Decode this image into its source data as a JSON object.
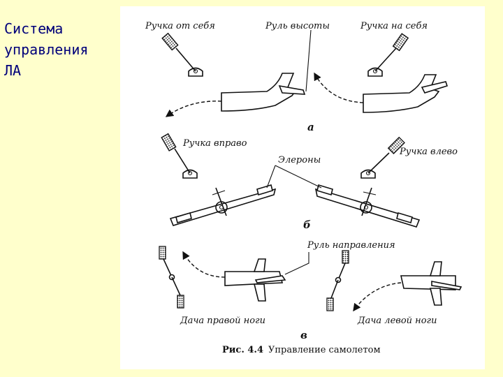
{
  "slide": {
    "title": "Система\nуправления\nЛА"
  },
  "figure": {
    "panel_a": {
      "stick_forward_label": "Ручка от себя",
      "elevator_label": "Руль высоты",
      "stick_back_label": "Ручка на себя",
      "letter": "а"
    },
    "panel_b": {
      "stick_right_label": "Ручка вправо",
      "ailerons_label": "Элероны",
      "stick_left_label": "Ручка влево",
      "letter": "б"
    },
    "panel_c": {
      "rudder_label": "Руль направления",
      "right_pedal_label": "Дача правой ноги",
      "left_pedal_label": "Дача левой ноги",
      "letter": "в"
    },
    "caption": {
      "number": "Рис. 4.4",
      "text": "Управление самолетом"
    }
  }
}
